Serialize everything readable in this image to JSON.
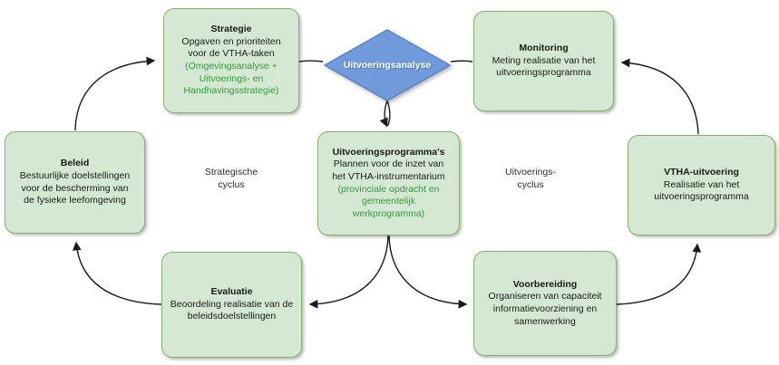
{
  "colors": {
    "node_fill": "#d5e8d4",
    "node_border": "#82b366",
    "note_text": "#2f9e35",
    "diamond_fill": "#6f9bdc",
    "diamond_border": "#5a82c2",
    "diamond_text": "#ffffff",
    "arrow": "#1a1a1a"
  },
  "nodes": {
    "strategie": {
      "title": "Strategie",
      "desc": "Opgaven en prioriteiten\nvoor de VTHA-taken",
      "note": "(Omgevingsanalyse +\nUitvoerings- en\nHandhavingsstrategie)"
    },
    "monitoring": {
      "title": "Monitoring",
      "desc": "Meting realisatie van het\nuitvoeringsprogramma"
    },
    "beleid": {
      "title": "Beleid",
      "desc": "Bestuurlijke doelstellingen\nvoor de bescherming van\nde fysieke leefomgeving"
    },
    "uitvoeringsprogrammas": {
      "title": "Uitvoeringsprogramma's",
      "desc": "Plannen voor de inzet van\nhet VTHA-instrumentarium",
      "note": "(provinciale opdracht en\ngemeentelijk\nwerkprogramma)"
    },
    "vtha_uitvoering": {
      "title": "VTHA-uitvoering",
      "desc": "Realisatie van het\nuitvoeringsprogramma"
    },
    "evaluatie": {
      "title": "Evaluatie",
      "desc": "Beoordeling realisatie van de\nbeleidsdoelstellingen"
    },
    "voorbereiding": {
      "title": "Voorbereiding",
      "desc": "Organiseren van capaciteit\ninformatievoorziening en\nsamenwerking"
    }
  },
  "decision": {
    "label": "Uitvoeringsanalyse"
  },
  "cycle_labels": {
    "strategisch": "Strategische\ncyclus",
    "uitvoering": "Uitvoerings-\ncyclus"
  }
}
